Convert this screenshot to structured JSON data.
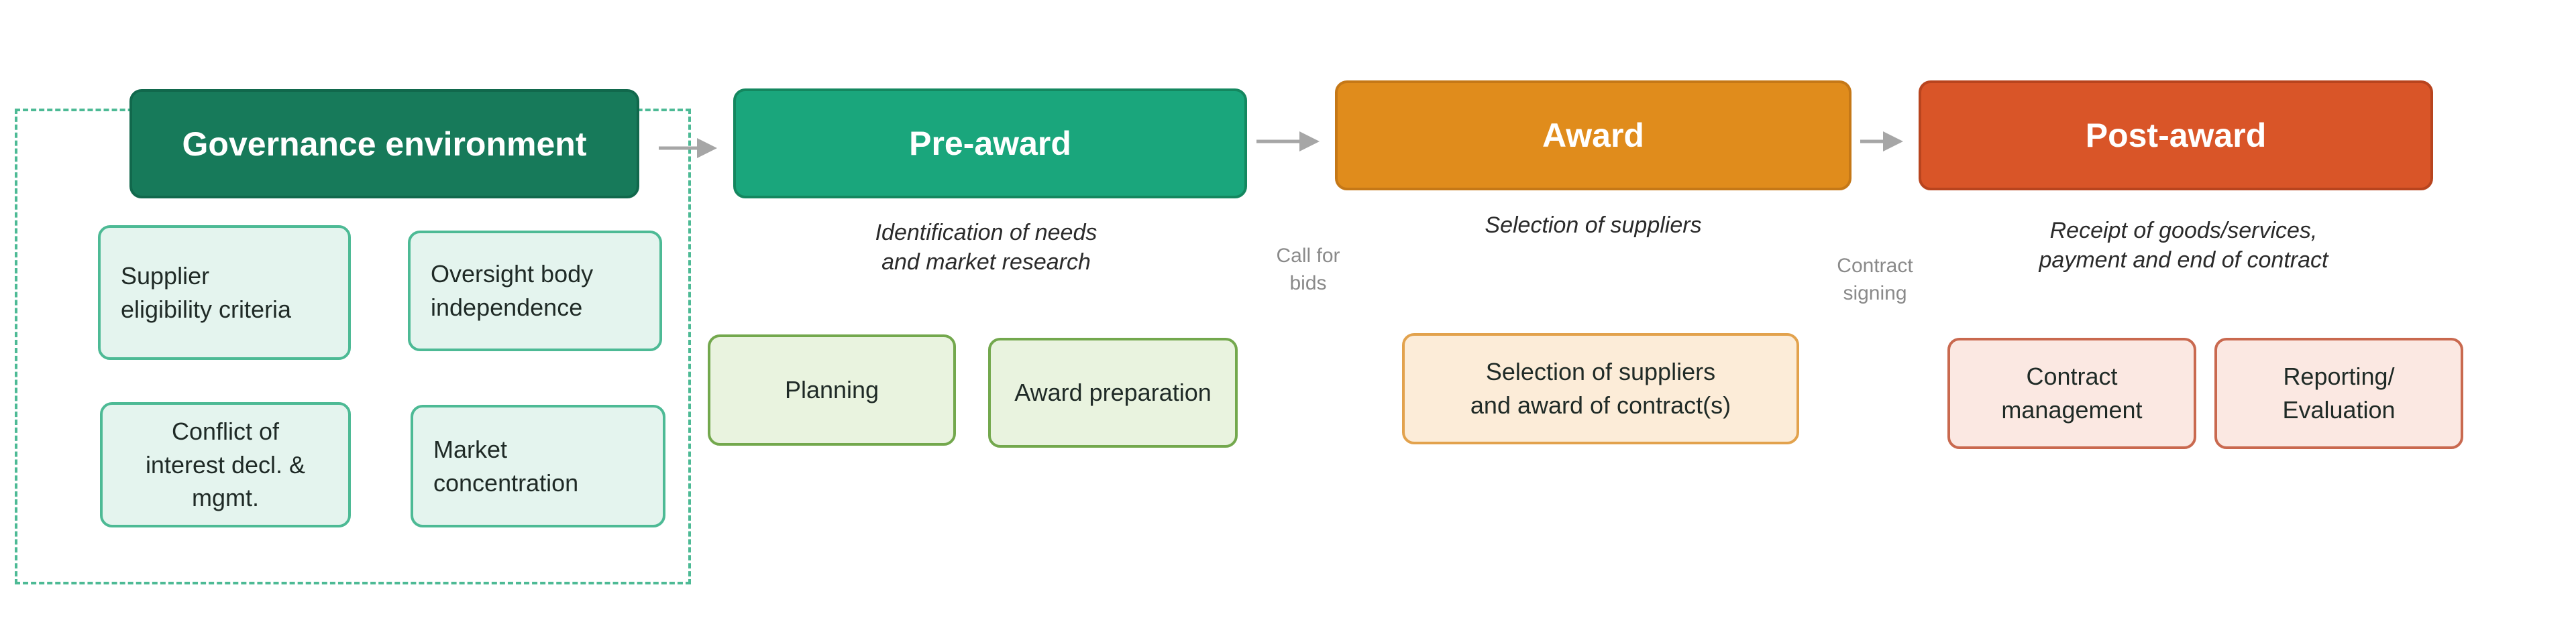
{
  "phases": {
    "governance": "Governance environment",
    "pre_award": "Pre-award",
    "award": "Award",
    "post_award": "Post-award"
  },
  "governance_items": [
    "Supplier\neligibility criteria",
    "Oversight body\nindependence",
    "Conflict of\ninterest decl. &\nmgmt.",
    "Market\nconcentration"
  ],
  "pre_award": {
    "caption": "Identification of needs\nand market research",
    "items": [
      "Planning",
      "Award preparation"
    ]
  },
  "transitions": {
    "call_for_bids": "Call for\nbids",
    "contract_signing": "Contract\nsigning"
  },
  "award": {
    "caption": "Selection of suppliers",
    "items": [
      "Selection of suppliers\nand award of contract(s)"
    ]
  },
  "post_award": {
    "caption": "Receipt of goods/services,\npayment and end of contract",
    "items": [
      "Contract\nmanagement",
      "Reporting/\nEvaluation"
    ]
  },
  "colors": {
    "governance": "#177a5a",
    "pre_award": "#1aa67c",
    "award": "#e08c1c",
    "post_award": "#d95528",
    "arrow": "#a6a6a6"
  }
}
